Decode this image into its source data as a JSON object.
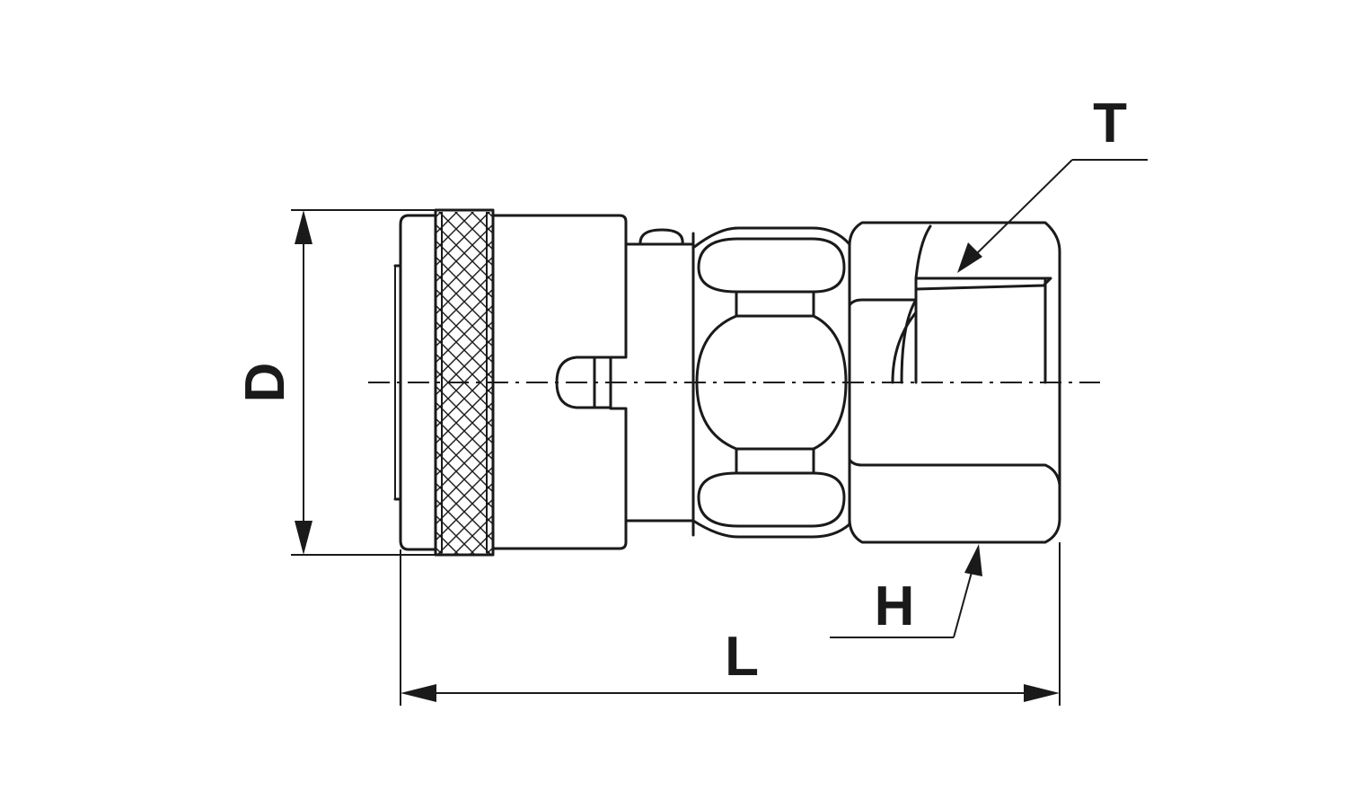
{
  "dimensions": {
    "diameter_label": "D",
    "length_label": "L",
    "thread_label": "T",
    "hex_label": "H"
  },
  "colors": {
    "line": "#1a1a1a",
    "background": "#ffffff"
  }
}
